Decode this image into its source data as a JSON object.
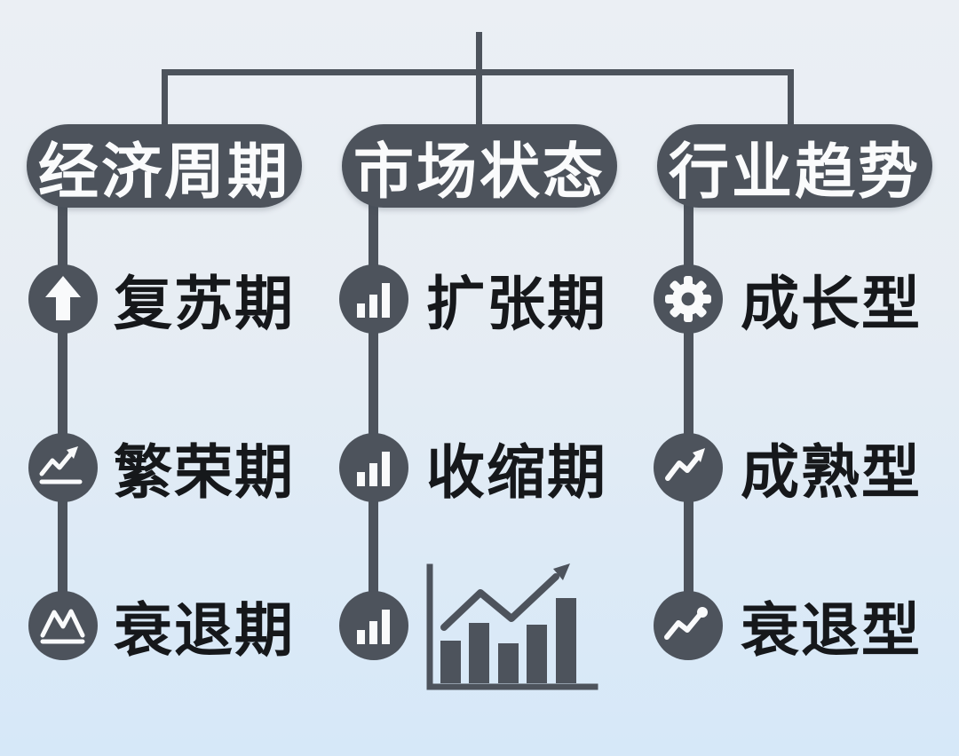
{
  "colors": {
    "dark": "#4d535c",
    "label_text": "#16181b",
    "icon_fill": "#f9fafb",
    "bg_top": "#ebeff4",
    "bg_bottom": "#d6e8f8"
  },
  "tree": {
    "branches": [
      {
        "label": "经济周期",
        "items": [
          {
            "icon": "arrow-up",
            "label": "复苏期"
          },
          {
            "icon": "trend-up-underline",
            "label": "繁荣期"
          },
          {
            "icon": "mountain-underline",
            "label": "衰退期"
          }
        ]
      },
      {
        "label": "市场状态",
        "items": [
          {
            "icon": "bar-chart",
            "label": "扩张期"
          },
          {
            "icon": "bar-chart",
            "label": "收缩期"
          },
          {
            "icon": "bar-chart",
            "label": "",
            "illustration": "bar-chart-with-trend-arrow"
          }
        ]
      },
      {
        "label": "行业趋势",
        "items": [
          {
            "icon": "gear",
            "label": "成长型"
          },
          {
            "icon": "trend-up-arrow",
            "label": "成熟型"
          },
          {
            "icon": "trend-dot",
            "label": "衰退型"
          }
        ]
      }
    ]
  }
}
